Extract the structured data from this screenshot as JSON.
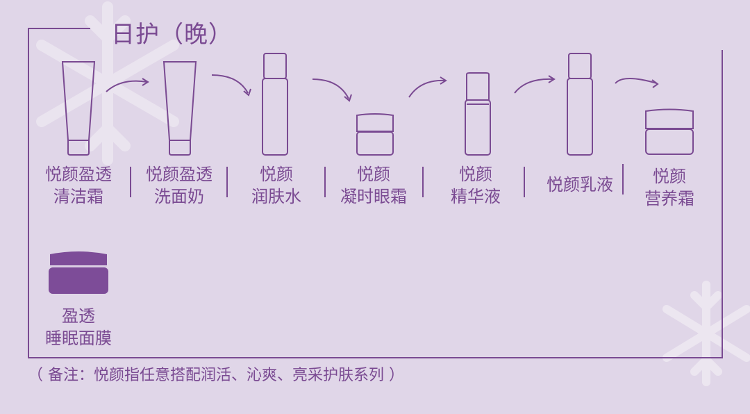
{
  "title": "日护（晚）",
  "steps": [
    {
      "line1": "悦颜盈透",
      "line2": "清洁霜"
    },
    {
      "line1": "悦颜盈透",
      "line2": "洗面奶"
    },
    {
      "line1": "悦颜",
      "line2": "润肤水"
    },
    {
      "line1": "悦颜",
      "line2": "凝时眼霜"
    },
    {
      "line1": "悦颜",
      "line2": "精华液"
    },
    {
      "line1": "悦颜乳液",
      "line2": ""
    },
    {
      "line1": "悦颜",
      "line2": "营养霜"
    }
  ],
  "mask": {
    "line1": "盈透",
    "line2": "睡眠面膜"
  },
  "note": "（ 备注：悦颜指任意搭配润活、沁爽、亮采护肤系列 ）",
  "colors": {
    "background": "#e0d6e8",
    "accent": "#7a4a92",
    "mask_jar": "#7d4c98",
    "snowflake": "#ece6f0"
  },
  "icons": [
    "tube-icon",
    "tube-icon",
    "tall-bottle-icon",
    "jar-icon",
    "serum-bottle-icon",
    "lotion-bottle-icon",
    "jar-icon",
    "filled-jar-icon",
    "curved-arrow-icon",
    "snowflake-icon"
  ]
}
